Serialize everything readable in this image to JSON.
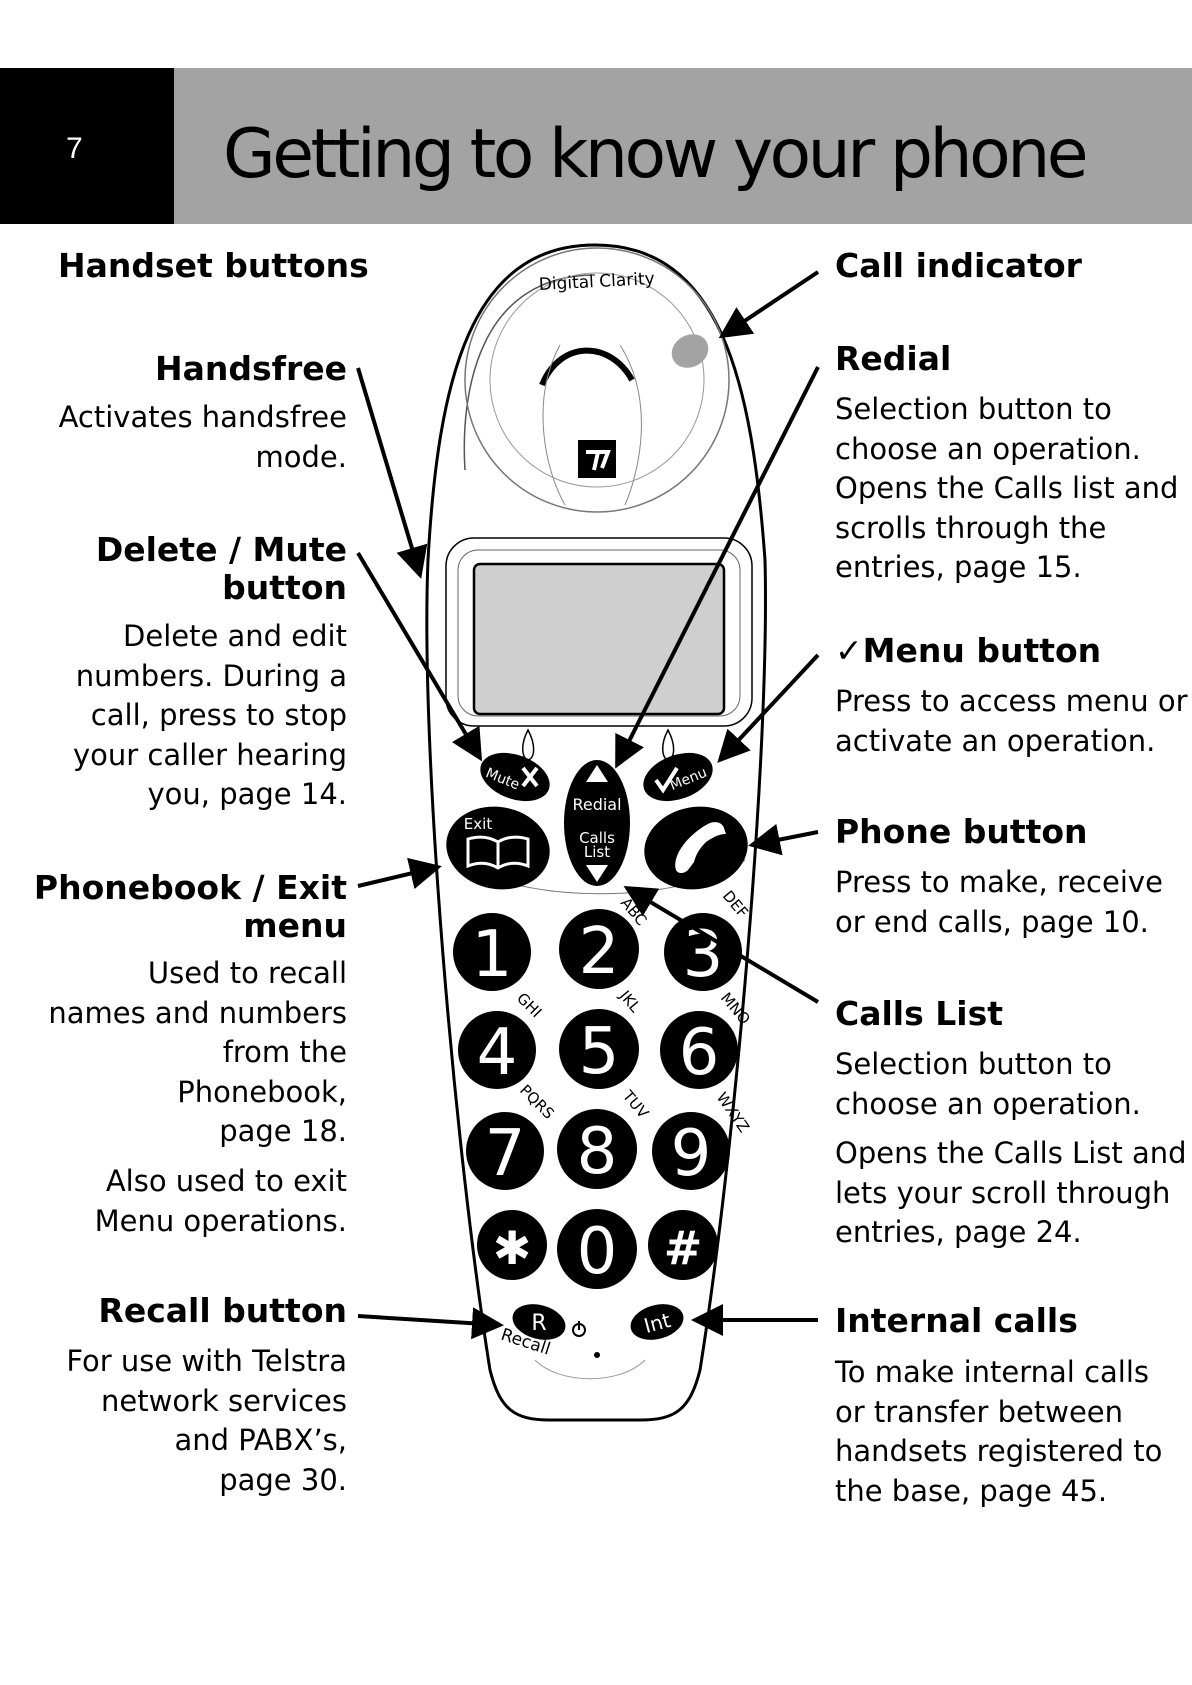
{
  "page_number": "7",
  "title": "Getting to know your phone",
  "left": {
    "handset_buttons": "Handset buttons",
    "handsfree": {
      "label": "Handsfree",
      "lines": [
        "Activates handsfree",
        "mode."
      ]
    },
    "delete_mute": {
      "label_lines": [
        "Delete / Mute",
        "button"
      ],
      "lines": [
        "Delete and edit",
        "numbers. During a",
        "call, press to stop",
        "your caller hearing",
        "you, page 14."
      ]
    },
    "phonebook_exit": {
      "label_lines": [
        "Phonebook / Exit",
        "menu"
      ],
      "lines": [
        "Used to recall",
        "names and numbers",
        "from the",
        "Phonebook,",
        "page 18."
      ],
      "lines2": [
        "Also used to exit",
        "Menu operations."
      ]
    },
    "recall": {
      "label": "Recall button",
      "lines": [
        "For use with Telstra",
        "network services",
        "and PABX’s,",
        "page 30."
      ]
    }
  },
  "right": {
    "call_indicator": {
      "label": "Call indicator"
    },
    "redial": {
      "label": "Redial",
      "lines": [
        "Selection button to",
        "choose an operation.",
        "Opens the Calls list and",
        "scrolls through the",
        "entries, page 15."
      ]
    },
    "menu": {
      "label": "✓Menu button",
      "lines": [
        "Press to access menu or",
        "activate an operation."
      ]
    },
    "phone": {
      "label": "Phone button",
      "lines": [
        "Press to make, receive",
        "or end calls, page 10."
      ]
    },
    "calls_list": {
      "label": "Calls List",
      "lines": [
        "Selection button to",
        "choose an operation."
      ],
      "lines2": [
        "Opens the Calls List and",
        "lets your scroll through",
        "entries, page 24."
      ]
    },
    "internal": {
      "label": "Internal calls",
      "lines": [
        "To make internal calls",
        "or transfer between",
        "handsets registered to",
        "the base, page 45."
      ]
    }
  },
  "phone": {
    "brand": "Digital Clarity",
    "mute": "Mute",
    "menu": "Menu",
    "exit": "Exit",
    "redial": "Redial",
    "calls": "Calls",
    "list": "List",
    "recall_r": "R",
    "recall": "Recall",
    "int": "Int",
    "keys": [
      {
        "num": "1",
        "letters": ""
      },
      {
        "num": "2",
        "letters": "ABC"
      },
      {
        "num": "3",
        "letters": "DEF"
      },
      {
        "num": "4",
        "letters": "GHI"
      },
      {
        "num": "5",
        "letters": "JKL"
      },
      {
        "num": "6",
        "letters": "MNO"
      },
      {
        "num": "7",
        "letters": "PQRS"
      },
      {
        "num": "8",
        "letters": "TUV"
      },
      {
        "num": "9",
        "letters": "WXYZ"
      },
      {
        "num": "✱",
        "letters": ""
      },
      {
        "num": "0",
        "letters": ""
      },
      {
        "num": "#",
        "letters": ""
      }
    ]
  }
}
